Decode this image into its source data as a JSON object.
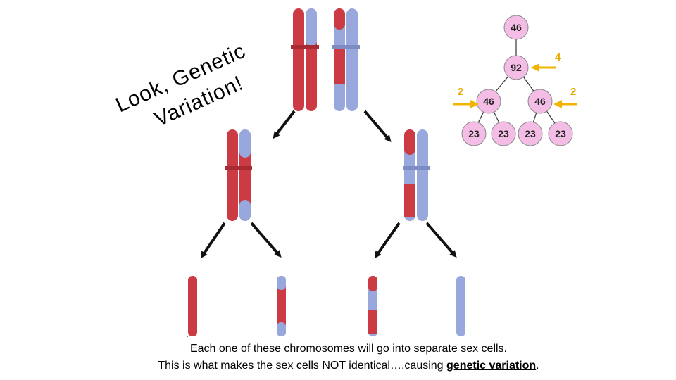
{
  "wordart": {
    "line1": "Look, Genetic",
    "line2": "Variation!"
  },
  "cells": {
    "top": "46",
    "middle": "92",
    "left": "46",
    "right": "46",
    "bottom": [
      "23",
      "23",
      "23",
      "23"
    ]
  },
  "arrow_labels": {
    "middle": "4",
    "left": "2",
    "right": "2"
  },
  "caption": {
    "line1": "Each one of these chromosomes will go into separate sex cells.",
    "line2_prefix": "This is what makes the sex cells NOT identical….causing ",
    "line2_emphasis": "genetic variation",
    "line2_suffix": "."
  },
  "colors": {
    "red_chromatid": "#cc3a44",
    "blue_chromatid": "#98a8dc",
    "cell_fill": "#f4bde6",
    "arrow_yellow": "#f2b400"
  }
}
